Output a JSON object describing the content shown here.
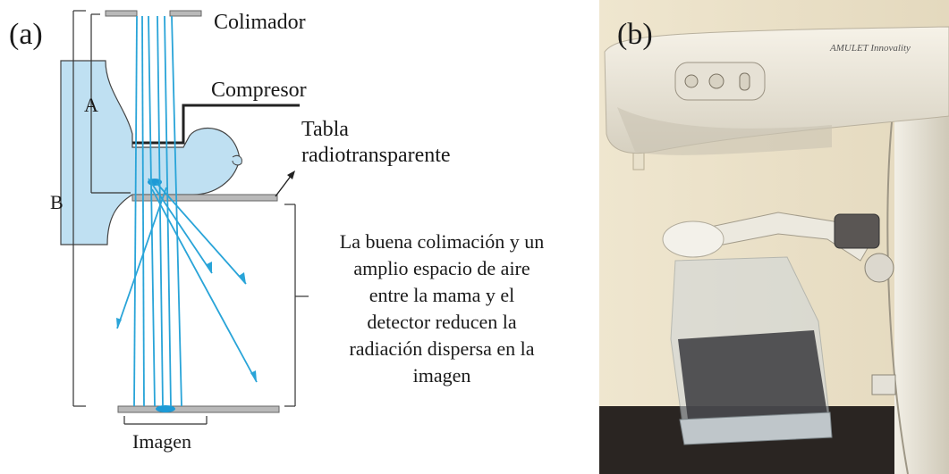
{
  "panel_a": {
    "panel_label": "(a)",
    "labels": {
      "collimator": "Colimador",
      "compressor": "Compresor",
      "table_line1": "Tabla",
      "table_line2": "radiotransparente",
      "dim_a": "A",
      "dim_b": "B",
      "image": "Imagen"
    },
    "description": "La buena colimación y un\namplio espacio de aire\nentre la mama y el\ndetector reducen la\nradiación dispersa en la\nimagen"
  },
  "panel_b": {
    "panel_label": "(b)",
    "brand_text": "AMULET Innovality"
  },
  "colors": {
    "breast_fill": "#bfe0f2",
    "ray_blue": "#29a4d8",
    "plate_gray": "#b9b9b9",
    "line_dark": "#333333"
  }
}
